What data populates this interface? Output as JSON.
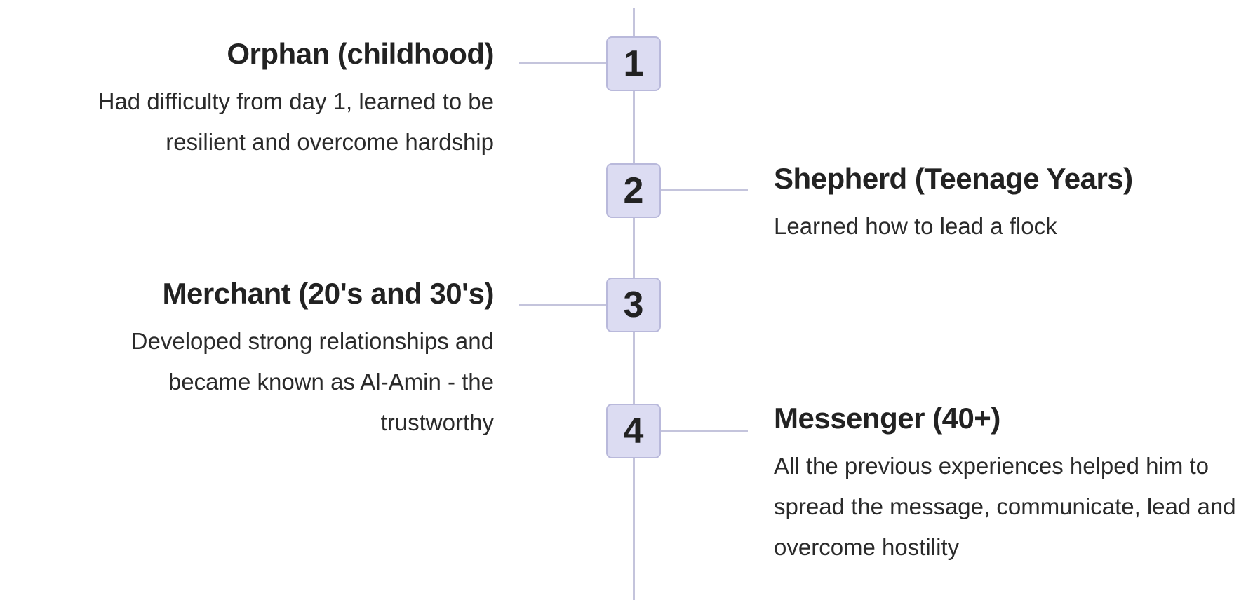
{
  "timeline": {
    "entries": [
      {
        "number": "1",
        "side": "left",
        "title": "Orphan (childhood)",
        "description": "Had difficulty from day 1, learned to be resilient and overcome hardship"
      },
      {
        "number": "2",
        "side": "right",
        "title": "Shepherd (Teenage Years)",
        "description": "Learned how to lead a flock"
      },
      {
        "number": "3",
        "side": "left",
        "title": "Merchant (20's and 30's)",
        "description": "Developed strong relationships and became known as Al-Amin - the trustworthy"
      },
      {
        "number": "4",
        "side": "right",
        "title": "Messenger (40+)",
        "description": "All the previous experiences helped him to spread the message, communicate, lead and overcome hostility"
      }
    ]
  },
  "colors": {
    "line": "#c4c4dc",
    "badge_fill": "#dcdcf2",
    "badge_border": "#b9b9db",
    "text": "#222222"
  }
}
